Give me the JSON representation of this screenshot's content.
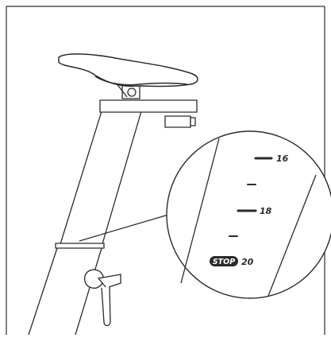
{
  "diagram": {
    "marks": [
      "16",
      "18",
      "20"
    ],
    "stop_label": "STOP"
  },
  "colors": {
    "line": "#2a2a2a",
    "background": "#ffffff"
  }
}
